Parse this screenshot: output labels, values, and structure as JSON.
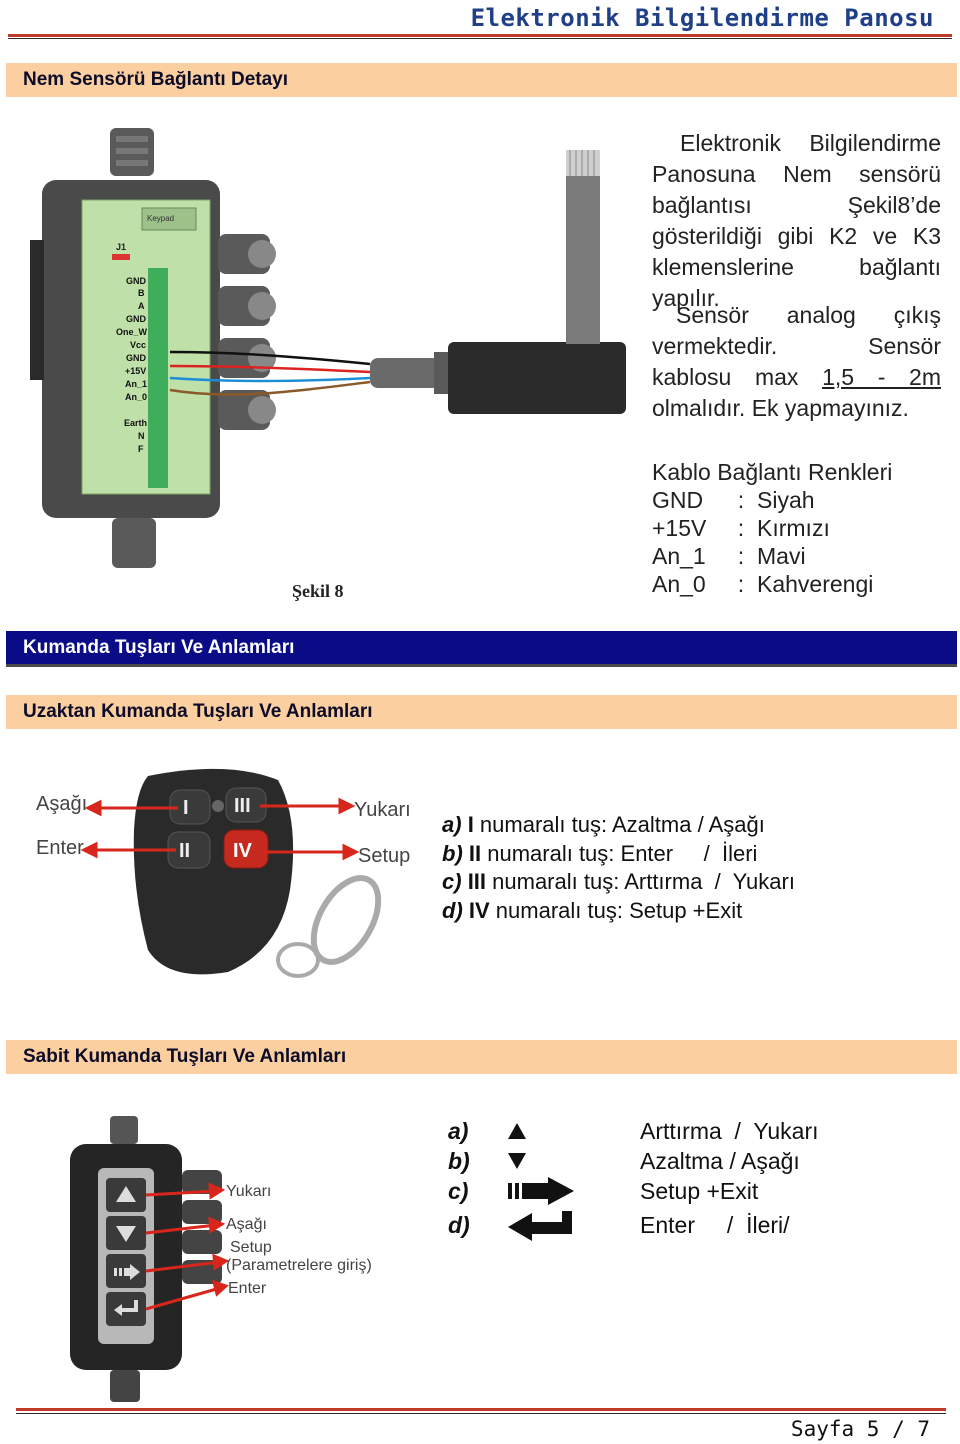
{
  "header": {
    "doc_title": "Elektronik Bilgilendirme Panosu"
  },
  "section_humidity": {
    "heading": "Nem Sensörü Bağlantı Detayı",
    "para1": "Elektronik Bilgilendirme Panosuna Nem sensörü bağlantısı Şekil8’de gösterildiği gibi K2 ve K3 klemenslerine bağlantı yapılır.",
    "para2_before": "Sensör analog çıkış vermektedir. Sensör kablosu max ",
    "para2_underlined": "1,5 - 2m",
    "para2_after": " olmalıdır. Ek yapmayınız.",
    "colors_title": "Kablo Bağlantı Renkleri",
    "colors": [
      {
        "key": "GND",
        "sep": ":",
        "value": "Siyah"
      },
      {
        "key": "+15V",
        "sep": ":",
        "value": "Kırmızı"
      },
      {
        "key": "An_1",
        "sep": ":",
        "value": "Mavi"
      },
      {
        "key": "An_0",
        "sep": ":",
        "value": "Kahverengi"
      }
    ],
    "figure_caption": "Şekil 8",
    "board_labels": [
      "GND",
      "B",
      "A",
      "GND",
      "One_W",
      "Vcc",
      "GND",
      "+15V",
      "An_1",
      "An_0",
      "Earth",
      "N",
      "F"
    ],
    "board_top_label": "Keypad",
    "board_j1": "J1"
  },
  "section_keys": {
    "heading": "Kumanda Tuşları Ve Anlamları"
  },
  "section_remote": {
    "heading": "Uzaktan Kumanda Tuşları Ve Anlamları",
    "figure_labels": {
      "down": "Aşağı",
      "enter": "Enter",
      "up": "Yukarı",
      "setup": "Setup"
    },
    "button_numerals": [
      "I",
      "III",
      "II",
      "IV"
    ],
    "items": [
      {
        "label": "a)",
        "numeral": "I",
        "text": " numaralı tuş: Azaltma / Aşağı"
      },
      {
        "label": "b)",
        "numeral": "II",
        "text": " numaralı tuş: Enter     /  İleri"
      },
      {
        "label": "c)",
        "numeral": "III",
        "text": " numaralı tuş: Arttırma  /  Yukarı"
      },
      {
        "label": "d)",
        "numeral": "IV",
        "text": " numaralı tuş: Setup +Exit"
      }
    ]
  },
  "section_fixed": {
    "heading": "Sabit Kumanda Tuşları Ve Anlamları",
    "figure_labels": {
      "up": "Yukarı",
      "down": "Aşağı",
      "setup": "Setup",
      "setup_note": "(Parametrelere giriş)",
      "enter": "Enter"
    },
    "items": [
      {
        "label": "a)",
        "symbol": "up-triangle",
        "text": "Arttırma  /  Yukarı"
      },
      {
        "label": "b)",
        "symbol": "down-triangle",
        "text": "Azaltma / Aşağı"
      },
      {
        "label": "c)",
        "symbol": "setup-arrow",
        "text": "Setup +Exit"
      },
      {
        "label": "d)",
        "symbol": "enter-arrow",
        "text": "Enter     /  İleri/"
      }
    ]
  },
  "footer": {
    "page": "Sayfa 5 / 7"
  }
}
